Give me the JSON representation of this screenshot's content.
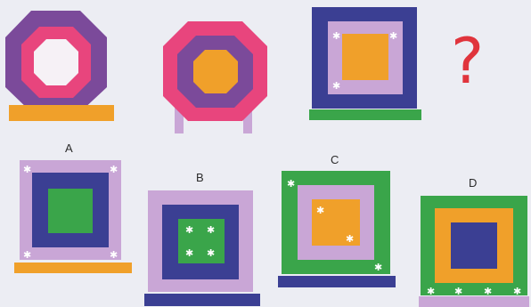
{
  "question_mark": "?",
  "options": [
    {
      "letter": "A"
    },
    {
      "letter": "B"
    },
    {
      "letter": "C"
    },
    {
      "letter": "D"
    }
  ],
  "colors": {
    "magenta": "#e8457d",
    "purple": "#7b4a9a",
    "lilac": "#c9a6d6",
    "navy": "#3b3f93",
    "orange": "#f0a02a",
    "green": "#3aa54a",
    "white_star": "#ffffff",
    "red_question": "#e0343c"
  }
}
